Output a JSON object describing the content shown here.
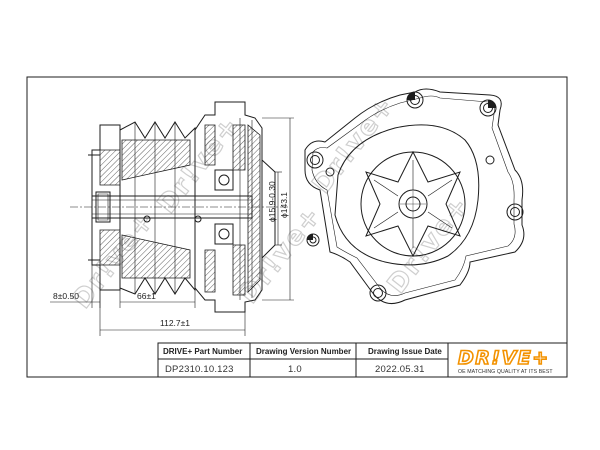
{
  "title_block": {
    "part_number_header": "DRIVE+ Part Number",
    "version_header": "Drawing Version Number",
    "issue_date_header": "Drawing Issue Date",
    "part_number": "DP2310.10.123",
    "version": "1.0",
    "issue_date": "2022.05.31"
  },
  "logo": {
    "brand": "DR!VE+",
    "tagline": "OE MATCHING QUALITY AT ITS BEST",
    "accent_color": "#f39200"
  },
  "watermark": {
    "text": "Dr!ve+"
  },
  "dimensions": {
    "flange_offset": "8±0.50",
    "pulley_width": "66±1",
    "overall_length": "112.7±1",
    "shaft_dia": "ϕ15.9-0.30",
    "housing_dia": "ϕ143.1"
  }
}
